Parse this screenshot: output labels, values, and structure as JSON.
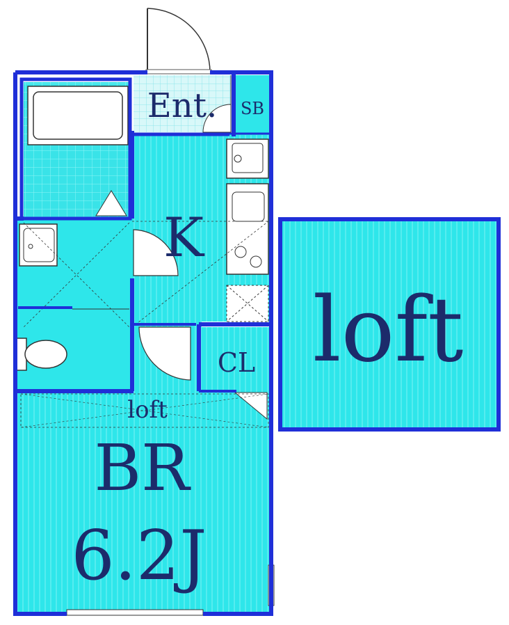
{
  "colors": {
    "wall": "#1f2fd8",
    "room": "#2ee6ea",
    "bath": "#39e3e8",
    "label": "#1c2b6b",
    "white": "#ffffff"
  },
  "labels": {
    "entrance": "Ent.",
    "shoe_box": "SB",
    "kitchen": "K",
    "closet": "CL",
    "loft_small": "loft",
    "bedroom": "BR",
    "bedroom_size": "6.2J",
    "loft_large": "loft"
  }
}
